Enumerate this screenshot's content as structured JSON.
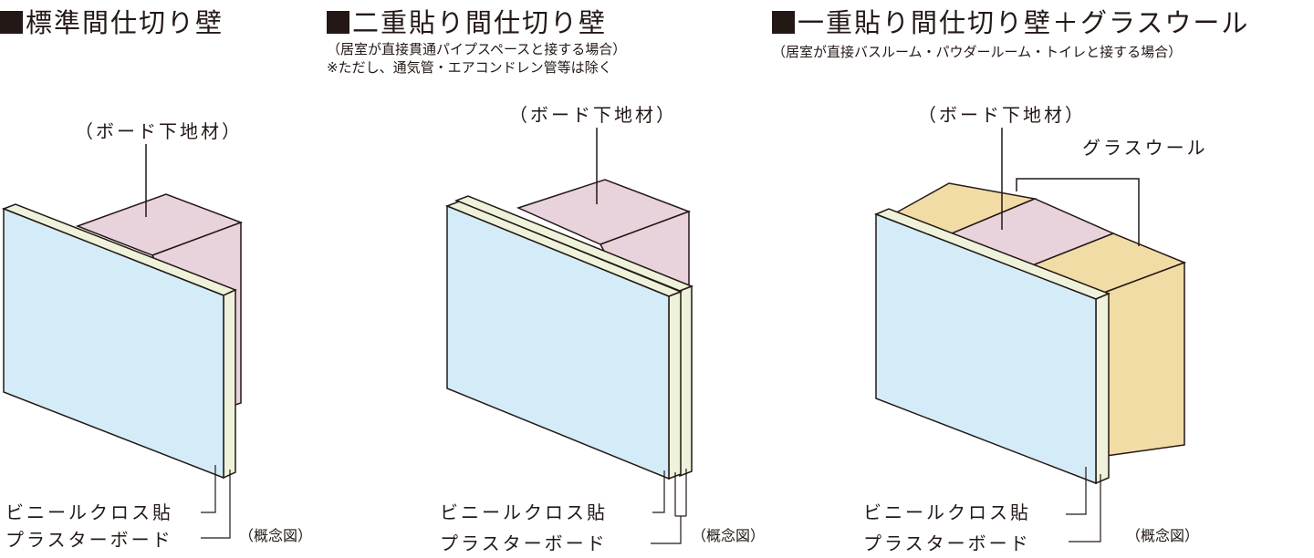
{
  "panels": [
    {
      "title": "標準間仕切り壁",
      "notes": [],
      "board_underlay_label": "（ボード下地材）",
      "glass_wool_label": "",
      "vinyl_cross_label": "ビニールクロス貼",
      "plaster_board_label": "プラスターボード",
      "concept_label": "（概念図）"
    },
    {
      "title": "二重貼り間仕切り壁",
      "notes": [
        "（居室が直接貫通パイプスペースと接する場合）",
        "※ただし、通気管・エアコンドレン管等は除く"
      ],
      "board_underlay_label": "（ボード下地材）",
      "glass_wool_label": "",
      "vinyl_cross_label": "ビニールクロス貼",
      "plaster_board_label": "プラスターボード",
      "concept_label": "（概念図）"
    },
    {
      "title": "一重貼り間仕切り壁＋グラスウール",
      "notes": [
        "（居室が直接バスルーム・パウダールーム・トイレと接する場合）"
      ],
      "board_underlay_label": "（ボード下地材）",
      "glass_wool_label": "グラスウール",
      "vinyl_cross_label": "ビニールクロス貼",
      "plaster_board_label": "プラスターボード",
      "concept_label": "（概念図）"
    }
  ],
  "colors": {
    "board_face": "#d4ecf7",
    "board_edge": "#eef2da",
    "underlay": "#e8d3dc",
    "glass_wool": "#f1dca6",
    "line": "#231815"
  }
}
